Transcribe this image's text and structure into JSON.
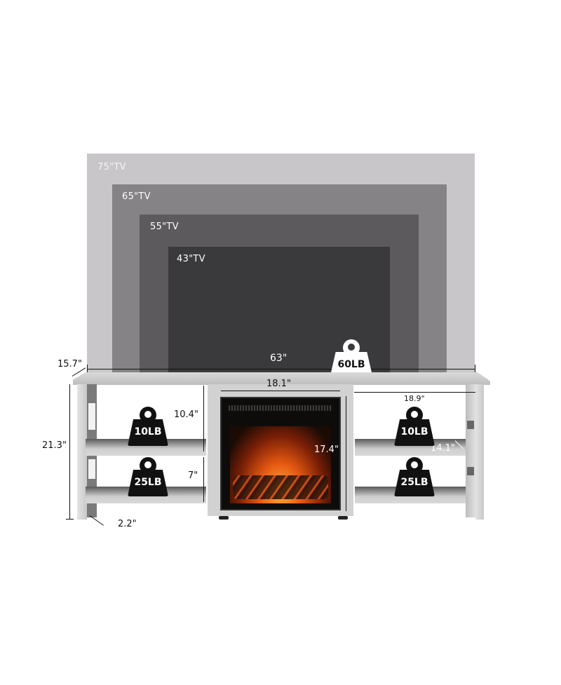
{
  "tv_sizes": [
    {
      "label": "75\"TV",
      "color": "#c9c6c9"
    },
    {
      "label": "65\"TV",
      "color": "#858385"
    },
    {
      "label": "55\"TV",
      "color": "#5c5a5c"
    },
    {
      "label": "43\"TV",
      "color": "#3a393b"
    }
  ],
  "dimensions": {
    "depth": "15.7\"",
    "width": "63\"",
    "fireplace_width": "18.1\"",
    "fireplace_height": "17.4\"",
    "shelf_width": "18.9\"",
    "shelf_depth": "14.1\"",
    "upper_shelf_height": "10.4\"",
    "lower_shelf_height": "7\"",
    "total_height": "21.3\"",
    "leg_clearance": "2.2\""
  },
  "weights": {
    "top": "60LB",
    "left_upper": "10LB",
    "left_lower": "25LB",
    "right_upper": "10LB",
    "right_lower": "25LB"
  },
  "colors": {
    "stand": "#cfcfcf",
    "fireplace_frame": "#d2d2d2",
    "flame": "#e85a12"
  }
}
